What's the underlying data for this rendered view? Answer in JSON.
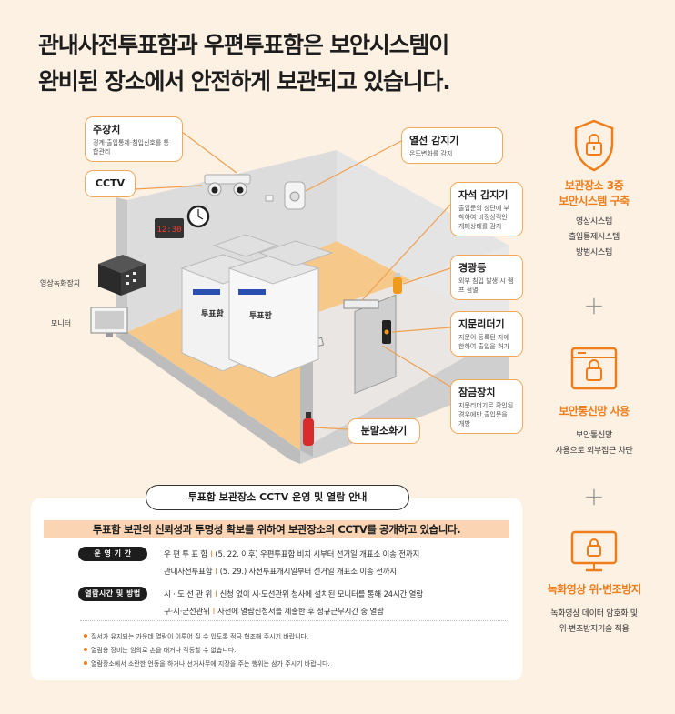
{
  "headline": {
    "line1": "관내사전투표함과 우편투표함은 보안시스템이",
    "line2": "완비된 장소에서 안전하게 보관되고 있습니다."
  },
  "callouts": {
    "master": {
      "title": "주장치",
      "desc": "경계·출입통제·침입신호를 통합관리"
    },
    "cctv": {
      "title": "CCTV"
    },
    "heat": {
      "title": "열선 감지기",
      "desc": "온도변화를 감지"
    },
    "magnet": {
      "title": "자석 감지기",
      "desc": "출입문의 상단에 부착하여 비정상적인 개폐상태를 감지"
    },
    "alarm": {
      "title": "경광등",
      "desc": "외부 침입 발생 시 램프 점멸"
    },
    "finger": {
      "title": "지문리더기",
      "desc": "지문이 등록된 자에 한하여 출입을 허가"
    },
    "lock": {
      "title": "잠금장치",
      "desc": "지문리더기로 확인된 경우에만 출입문을 개방"
    },
    "extinguisher": {
      "title": "분말소화기"
    }
  },
  "labels": {
    "recorder": "영상녹화장치",
    "monitor": "모니터",
    "box_text": "투표함",
    "clock_digits": "12:30"
  },
  "features": [
    {
      "title_line1": "보관장소 3중",
      "title_line2": "보안시스템 구축",
      "desc_line1": "영상시스템",
      "desc_line2": "출입통제시스템",
      "desc_line3": "방범시스템"
    },
    {
      "title_line1": "보안통신망 사용",
      "desc_line1": "보안통신망",
      "desc_line2": "사용으로 외부접근 차단"
    },
    {
      "title_line1": "녹화영상 위·변조방지",
      "desc_line1": "녹화영상 데이터 암호화 및",
      "desc_line2": "위·변조방지기술 적용"
    }
  ],
  "plus_sign": "+",
  "notice": {
    "pill": "투표함 보관장소 CCTV 운영 및 열람 안내",
    "band": "투표함 보관의 신뢰성과 투명성 확보를 위하여 보관장소의 CCTV를 공개하고 있습니다.",
    "rows": [
      {
        "tag": "운 영 기 간",
        "lines": [
          {
            "key": "우 편 투 표 함",
            "sep": "I",
            "value": "(5. 22. 이후) 우편투표함 비치 시부터 선거일 개표소 이송 전까지"
          },
          {
            "key": "관내사전투표함",
            "sep": "I",
            "value": "(5. 29.) 사전투표개시일부터 선거일 개표소 이송 전까지"
          }
        ]
      },
      {
        "tag": "열람시간 및 방법",
        "lines": [
          {
            "key": "시 · 도 선 관 위",
            "sep": "I",
            "value": "신청 없이 시·도선관위 청사에 설치된 모니터를 통해 24시간 열람"
          },
          {
            "key": "구·시·군선관위",
            "sep": "I",
            "value": "사전에 열람신청서를 제출한 후 정규근무시간 중 열람"
          }
        ]
      }
    ],
    "notes": [
      "질서가 유지되는 가운데 열람이 이루어 질 수 있도록 적극 협조해 주시기 바랍니다.",
      "열람용 장비는 임의로 손을 대거나 작동할 수 없습니다.",
      "열람장소에서 소란한 언동을 하거나 선거사무에 지장을 주는 행위는 삼가 주시기 바랍니다."
    ]
  },
  "colors": {
    "accent": "#ef7d1a",
    "callout_border": "#f2a85b",
    "floor": "#f6c98b",
    "wall": "#d7d7d7",
    "background": "#fdf1e4"
  }
}
